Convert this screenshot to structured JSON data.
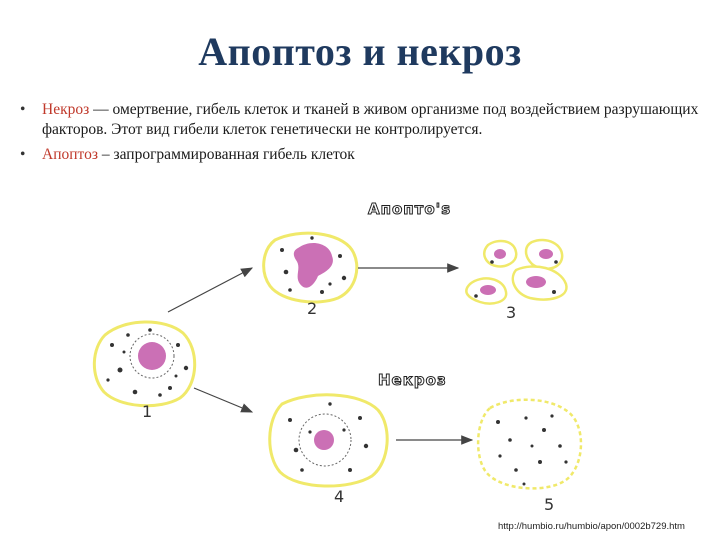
{
  "title": "Апоптоз и некроз",
  "bullets": [
    {
      "term": "Некроз",
      "text": " — омертвение, гибель клеток и тканей в живом организме под воздействием разрушающих факторов. Этот вид гибели клеток генетически не контролируется."
    },
    {
      "term": "Апоптоз",
      "text": " – запрограммированная гибель клеток"
    }
  ],
  "diagram": {
    "apoptosis_label": "Апопто's",
    "necrosis_label": "Некроз",
    "stages": [
      "1",
      "2",
      "3",
      "4",
      "5"
    ],
    "colors": {
      "cell_outline": "#f0e96a",
      "nucleus": "#c257a8",
      "granules": "#333333",
      "arrow": "#444444"
    }
  },
  "source": "http://humbio.ru/humbio/apon/0002b729.htm"
}
